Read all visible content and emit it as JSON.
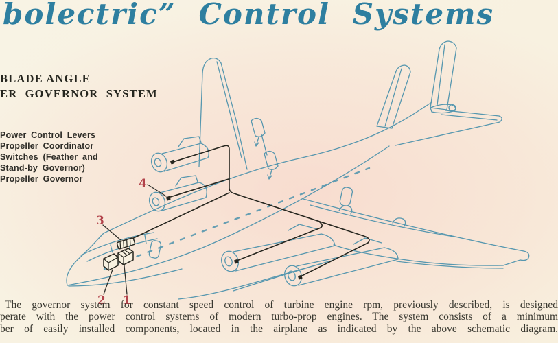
{
  "document": {
    "title_script": "bolectric” Control Systems",
    "heading": {
      "line1": "BLADE ANGLE",
      "line2": "ER GOVERNOR SYSTEM"
    },
    "legend_rows": [
      "Power Control Levers",
      "Propeller Coordinator",
      "Switches (Feather and",
      "Stand-by Governor)",
      "Propeller Governor"
    ],
    "callouts": {
      "n1": "1",
      "n2": "2",
      "n3": "3",
      "n4": "4"
    },
    "paragraph_lines": [
      "The governor system for constant speed control of turbine engine rpm, previously described, is designed",
      "perate with the power control systems of modern turbo-prop engines. The system consists of a minimum",
      "ber of easily installed components, located in the airplane as indicated by the above schematic diagram."
    ],
    "colors": {
      "title_teal": "#2e7fa0",
      "aircraft_blue": "#4e93ad",
      "callout_red": "#b2424a",
      "ink_black": "#26261f",
      "paper_cream": "#f8f1e0"
    }
  }
}
